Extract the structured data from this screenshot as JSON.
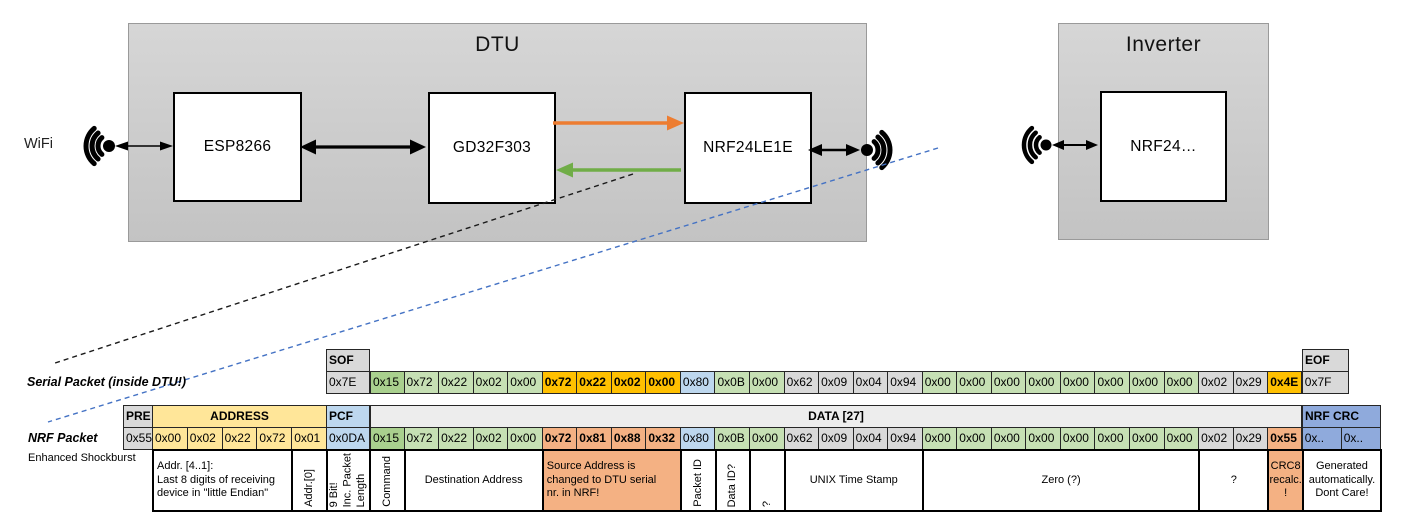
{
  "diagram": {
    "wifi_label": "WiFi",
    "dtu": {
      "title": "DTU",
      "components": [
        "ESP8266",
        "GD32F303",
        "NRF24LE1E"
      ]
    },
    "inverter": {
      "title": "Inverter",
      "component": "NRF24…"
    },
    "colors": {
      "orange_arrow": "#ED7D31",
      "green_arrow": "#70AD47",
      "blue_dashed_line": "#4472C4",
      "black_dashed_line": "#1a1a1a"
    }
  },
  "serial_packet": {
    "label": "Serial Packet (inside DTU!)",
    "sof_header": "SOF",
    "sof_value": "0x7E",
    "eof_header": "EOF",
    "eof_value": "0x7F",
    "bytes": [
      {
        "v": "0x15",
        "c": "g2"
      },
      {
        "v": "0x72",
        "c": "g1"
      },
      {
        "v": "0x22",
        "c": "g1"
      },
      {
        "v": "0x02",
        "c": "g1"
      },
      {
        "v": "0x00",
        "c": "g1"
      },
      {
        "v": "0x72",
        "c": "gold"
      },
      {
        "v": "0x22",
        "c": "gold"
      },
      {
        "v": "0x02",
        "c": "gold"
      },
      {
        "v": "0x00",
        "c": "gold"
      },
      {
        "v": "0x80",
        "c": "blu"
      },
      {
        "v": "0x0B",
        "c": "g1"
      },
      {
        "v": "0x00",
        "c": "g1"
      },
      {
        "v": "0x62",
        "c": "gry"
      },
      {
        "v": "0x09",
        "c": "gry"
      },
      {
        "v": "0x04",
        "c": "gry"
      },
      {
        "v": "0x94",
        "c": "gry"
      },
      {
        "v": "0x00",
        "c": "g1"
      },
      {
        "v": "0x00",
        "c": "g1"
      },
      {
        "v": "0x00",
        "c": "g1"
      },
      {
        "v": "0x00",
        "c": "g1"
      },
      {
        "v": "0x00",
        "c": "g1"
      },
      {
        "v": "0x00",
        "c": "g1"
      },
      {
        "v": "0x00",
        "c": "g1"
      },
      {
        "v": "0x00",
        "c": "g1"
      },
      {
        "v": "0x02",
        "c": "gry"
      },
      {
        "v": "0x29",
        "c": "gry"
      },
      {
        "v": "0x4E",
        "c": "gold"
      }
    ]
  },
  "nrf_packet": {
    "label": "NRF Packet",
    "sublabel": "Enhanced Shockburst",
    "pre_header": "PRE",
    "pre_value": "0x55",
    "address_header": "ADDRESS",
    "address_values": [
      "0x00",
      "0x02",
      "0x22",
      "0x72",
      "0x01"
    ],
    "pcf_header": "PCF",
    "pcf_value": "0x0DA",
    "data_header": "DATA [27]",
    "crc_header": "NRF CRC",
    "crc_values": [
      "0x..",
      "0x.."
    ],
    "bytes": [
      {
        "v": "0x15",
        "c": "g2"
      },
      {
        "v": "0x72",
        "c": "g1"
      },
      {
        "v": "0x22",
        "c": "g1"
      },
      {
        "v": "0x02",
        "c": "g1"
      },
      {
        "v": "0x00",
        "c": "g1"
      },
      {
        "v": "0x72",
        "c": "sal"
      },
      {
        "v": "0x81",
        "c": "sal"
      },
      {
        "v": "0x88",
        "c": "sal"
      },
      {
        "v": "0x32",
        "c": "sal"
      },
      {
        "v": "0x80",
        "c": "blu"
      },
      {
        "v": "0x0B",
        "c": "g1"
      },
      {
        "v": "0x00",
        "c": "g1"
      },
      {
        "v": "0x62",
        "c": "gry"
      },
      {
        "v": "0x09",
        "c": "gry"
      },
      {
        "v": "0x04",
        "c": "gry"
      },
      {
        "v": "0x94",
        "c": "gry"
      },
      {
        "v": "0x00",
        "c": "g1"
      },
      {
        "v": "0x00",
        "c": "g1"
      },
      {
        "v": "0x00",
        "c": "g1"
      },
      {
        "v": "0x00",
        "c": "g1"
      },
      {
        "v": "0x00",
        "c": "g1"
      },
      {
        "v": "0x00",
        "c": "g1"
      },
      {
        "v": "0x00",
        "c": "g1"
      },
      {
        "v": "0x00",
        "c": "g1"
      },
      {
        "v": "0x02",
        "c": "gry"
      },
      {
        "v": "0x29",
        "c": "gry"
      },
      {
        "v": "0x55",
        "c": "sal"
      }
    ]
  },
  "annotations": [
    {
      "text": "Addr. [4..1]:\nLast 8 digits of receiving\ndevice in \"little Endian\"",
      "bg": "white"
    },
    {
      "text": "Addr.[0]",
      "bg": "white"
    },
    {
      "text": "9 Bit!\nInc. Packet\nLength",
      "bg": "white"
    },
    {
      "text": "Command",
      "bg": "white"
    },
    {
      "text": "Destination Address",
      "bg": "white"
    },
    {
      "text": "Source Address is\nchanged to DTU serial\nnr. in NRF!",
      "bg": "salmon"
    },
    {
      "text": "Packet ID",
      "bg": "white"
    },
    {
      "text": "Data ID?",
      "bg": "white"
    },
    {
      "text": "?",
      "bg": "white"
    },
    {
      "text": "UNIX Time Stamp",
      "bg": "white"
    },
    {
      "text": "Zero (?)",
      "bg": "white"
    },
    {
      "text": "?",
      "bg": "white"
    },
    {
      "text": "CRC8\nrecalc.\n!",
      "bg": "salmon"
    },
    {
      "text": "Generated\nautomatically.\nDont Care!",
      "bg": "white"
    }
  ],
  "cell_colors": {
    "g1": "#C6E0B4",
    "g2": "#A9D08E",
    "gold": "#FFC000",
    "sal": "#F4B183",
    "blu": "#BDD7EE",
    "gry": "#D9D9D9",
    "yel": "#FFE699",
    "crc": "#8FAADC",
    "head_gray": "#D9D9D9",
    "data_head": "#EDEDED",
    "salmon": "#F4B183",
    "white": "#FFFFFF"
  }
}
